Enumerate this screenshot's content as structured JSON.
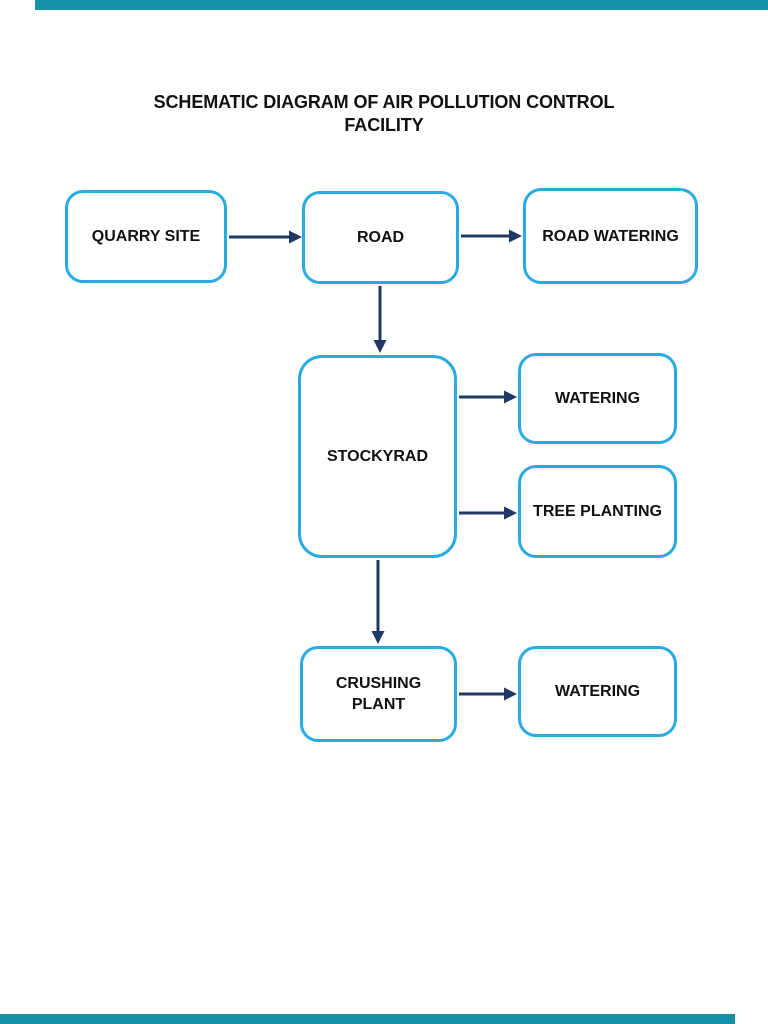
{
  "title": {
    "line1": "SCHEMATIC DIAGRAM OF AIR POLLUTION CONTROL",
    "line2": "FACILITY"
  },
  "diagram": {
    "nodes": {
      "quarry_site": {
        "label": "QUARRY SITE"
      },
      "road": {
        "label": "ROAD"
      },
      "road_watering": {
        "label": "ROAD WATERING"
      },
      "stockyrad": {
        "label": "STOCKYRAD"
      },
      "stockyard_watering": {
        "label": "WATERING"
      },
      "tree_planting": {
        "label": "TREE PLANTING"
      },
      "crushing_plant": {
        "label": "CRUSHING\nPLANT"
      },
      "crushing_watering": {
        "label": "WATERING"
      }
    },
    "edges": [
      {
        "from": "quarry_site",
        "to": "road"
      },
      {
        "from": "road",
        "to": "road_watering"
      },
      {
        "from": "road",
        "to": "stockyrad"
      },
      {
        "from": "stockyrad",
        "to": "stockyard_watering"
      },
      {
        "from": "stockyrad",
        "to": "tree_planting"
      },
      {
        "from": "stockyrad",
        "to": "crushing_plant"
      },
      {
        "from": "crushing_plant",
        "to": "crushing_watering"
      }
    ]
  },
  "colors": {
    "node_border": "#29ABE2",
    "arrow": "#1F3864",
    "page_bar": "#1791A6",
    "text": "#111111",
    "background": "#FFFFFF"
  }
}
